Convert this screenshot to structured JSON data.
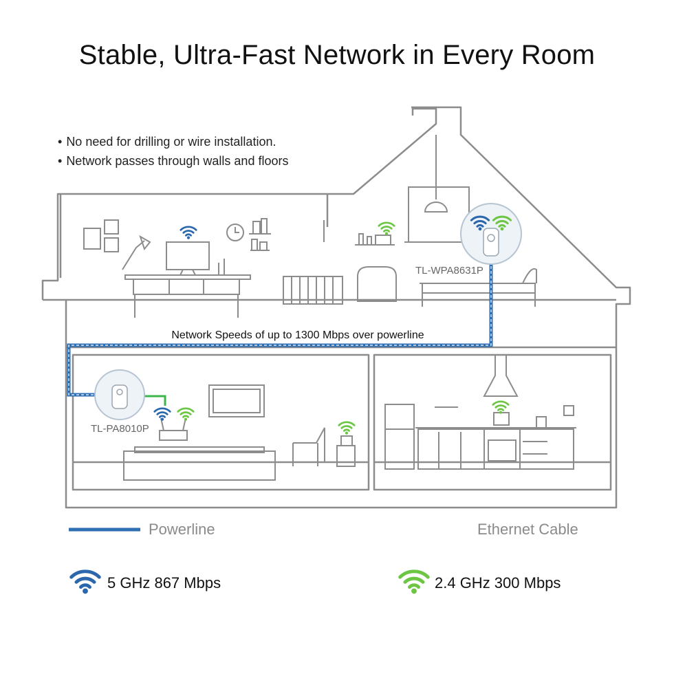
{
  "title": "Stable, Ultra-Fast Network in Every Room",
  "bullets": [
    "No need for drilling or wire installation.",
    "Network passes through walls and floors"
  ],
  "speed_caption": "Network Speeds of up to 1300 Mbps over powerline",
  "devices": {
    "upstairs": "TL-WPA8631P",
    "downstairs": "TL-PA8010P"
  },
  "legend": {
    "powerline": "Powerline",
    "ethernet": "Ethernet Cable",
    "band_5ghz": "5 GHz  867 Mbps",
    "band_24ghz": "2.4 GHz  300 Mbps"
  },
  "colors": {
    "powerline_blue": "#2f6fb4",
    "wifi_blue": "#2a67ad",
    "wifi_green": "#6cc644",
    "outline_gray": "#8c8c8c"
  }
}
